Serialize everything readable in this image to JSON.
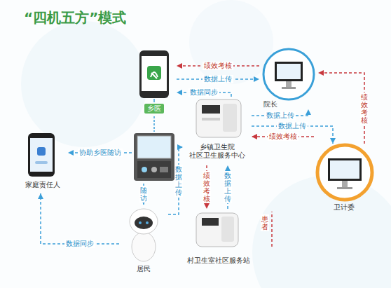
{
  "diagram": {
    "title": "“四机五方”模式",
    "nodes": [
      {
        "text": [
          "乡医"
        ]
      },
      {
        "text": [
          "家庭责任人"
        ]
      },
      {
        "text": [
          "乡镇卫生院 社区卫生服务中心"
        ]
      },
      {
        "text": [
          "院长"
        ]
      },
      {
        "text": [
          "卫计委"
        ]
      },
      {
        "text": [
          "居民"
        ]
      },
      {
        "text": [
          "村卫生室社区服务站"
        ]
      }
    ],
    "edges": [
      {
        "from": 3,
        "to": 0,
        "label": "绩效考核",
        "arrow": "to"
      },
      {
        "from": 0,
        "to": 3,
        "label": "数据上传",
        "arrow": "to"
      },
      {
        "from": 2,
        "to": 0,
        "label": "数据同步",
        "arrow": "to"
      },
      {
        "from": 0,
        "to": 1,
        "label": "协助乡医随访",
        "arrow": "to"
      },
      {
        "from": 0,
        "to": 5,
        "label": "随访",
        "arrow": "to"
      },
      {
        "from": 5,
        "to": 1,
        "label": "数据同步",
        "arrow": "to"
      },
      {
        "from": 5,
        "to": 2,
        "label": "数据上传",
        "arrow": "to"
      },
      {
        "from": 2,
        "to": 3,
        "label": "数据上传",
        "arrow": "to"
      },
      {
        "from": 2,
        "to": 4,
        "label": "数据上传",
        "arrow": "to"
      },
      {
        "from": 4,
        "to": 2,
        "label": "绩效考核",
        "arrow": "to"
      },
      {
        "from": 4,
        "to": 3,
        "label": "绩效考核",
        "arrow": "to"
      },
      {
        "from": 2,
        "to": 6,
        "label": "绩效考核",
        "arrow": "to"
      },
      {
        "from": 6,
        "to": 2,
        "label": "数据上传",
        "arrow": "to"
      }
    ],
    "labels": [
      "患者"
    ]
  }
}
